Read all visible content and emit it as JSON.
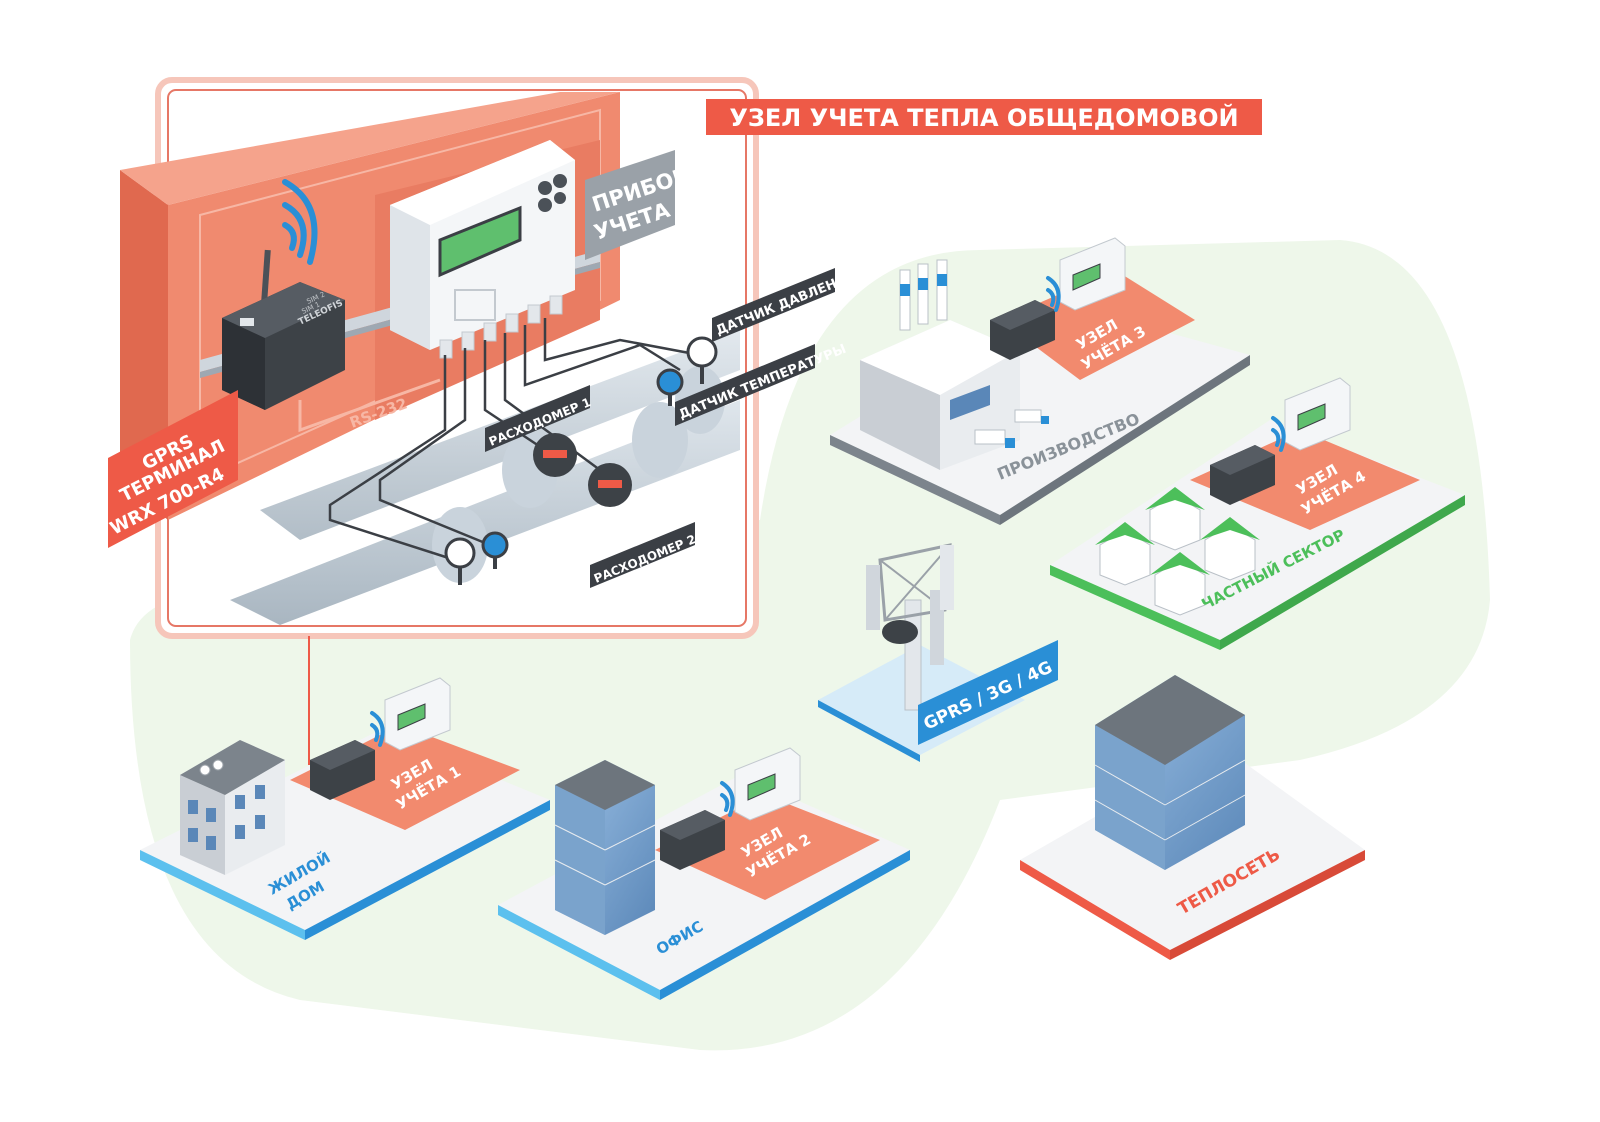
{
  "title": "УЗЕЛ УЧЕТА ТЕПЛА ОБЩЕДОМОВОЙ",
  "inset": {
    "meter_label_line1": "ПРИБОР",
    "meter_label_line2": "УЧЕТА",
    "terminal_line1": "GPRS",
    "terminal_line2": "ТЕРМИНАЛ",
    "terminal_line3": "WRX 700-R4",
    "rs232": "RS-232",
    "pressure_sensor": "ДАТЧИК ДАВЛЕНИЯ",
    "temperature_sensor": "ДАТЧИК ТЕМПЕРАТУРЫ",
    "flowmeter1": "РАСХОДОМЕР 1",
    "flowmeter2": "РАСХОДОМЕР 2",
    "device_brand": "TELEOFIS",
    "device_sim1": "SIM 1",
    "device_sim2": "SIM 2"
  },
  "nodes": {
    "node1_line1": "УЗЕЛ",
    "node1_line2": "УЧЁТА 1",
    "node2_line1": "УЗЕЛ",
    "node2_line2": "УЧЁТА 2",
    "node3_line1": "УЗЕЛ",
    "node3_line2": "УЧЁТА 3",
    "node4_line1": "УЗЕЛ",
    "node4_line2": "УЧЁТА 4"
  },
  "sites": {
    "residential_line1": "ЖИЛОЙ",
    "residential_line2": "ДОМ",
    "office": "ОФИС",
    "production": "ПРОИЗВОДСТВО",
    "private_sector": "ЧАСТНЫЙ СЕКТОР",
    "heat_network": "ТЕПЛОСЕТЬ"
  },
  "network": "GPRS / 3G / 4G",
  "colors": {
    "accent_red": "#ee5a47",
    "salmon": "#f28a6e",
    "blue": "#2a8fd6",
    "green": "#4cbf5a",
    "dark_label": "#3b3f45",
    "ground": "#eef7ea"
  }
}
